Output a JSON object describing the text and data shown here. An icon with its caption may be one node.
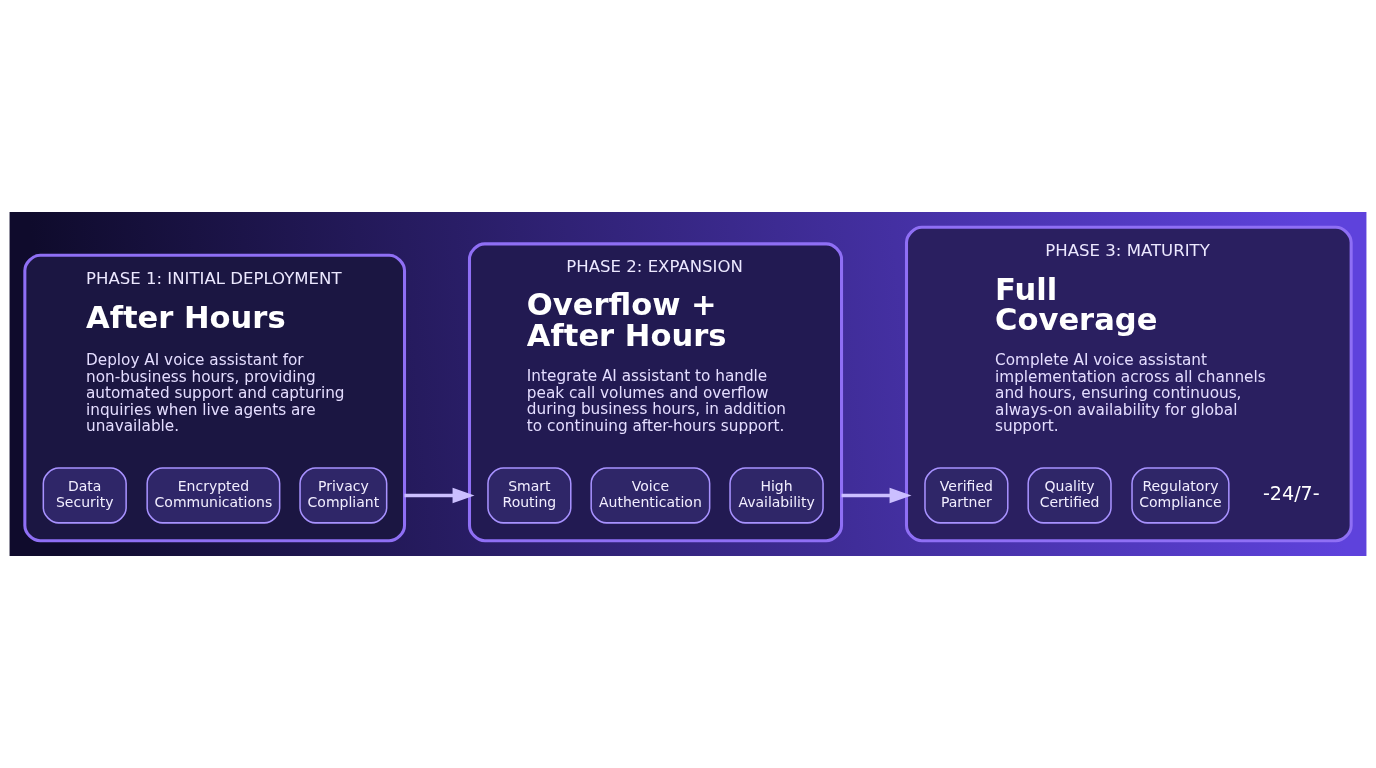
{
  "diagram": {
    "nodes": [
      {
        "text": [
          "PHASE 1: INITIAL DEPLOYMENT",
          "After Hours",
          "Deploy AI voice assistant for non-business hours, providing automated support and capturing inquiries when live agents are unavailable."
        ]
      },
      {
        "text": [
          "Data Security"
        ],
        "in": 0
      },
      {
        "text": [
          "Encrypted Communications"
        ],
        "in": 0
      },
      {
        "text": [
          "Privacy Compliant"
        ],
        "in": 0
      },
      {
        "text": [
          "PHASE 2: EXPANSION",
          "Overflow + After Hours",
          "Integrate AI assistant to handle peak call volumes and overflow during business hours, in addition to continuing after-hours support."
        ]
      },
      {
        "text": [
          "Smart Routing"
        ],
        "in": 4
      },
      {
        "text": [
          "Voice Authentication"
        ],
        "in": 4
      },
      {
        "text": [
          "High Availability"
        ],
        "in": 4
      },
      {
        "text": [
          "PHASE 3: MATURITY",
          "Full Coverage",
          "Complete AI voice assistant implementation across all channels and hours, ensuring continuous, always-on availability for global support."
        ]
      },
      {
        "text": [
          "Verified Partner"
        ],
        "in": 8
      },
      {
        "text": [
          "Quality Certified"
        ],
        "in": 8
      },
      {
        "text": [
          "Regulatory Compliance"
        ],
        "in": 8
      }
    ],
    "edges": [
      {
        "from": 0,
        "to": 4,
        "arrow": "to"
      },
      {
        "from": 4,
        "to": 8,
        "arrow": "to"
      }
    ],
    "labels": [
      "-24/7-"
    ]
  }
}
